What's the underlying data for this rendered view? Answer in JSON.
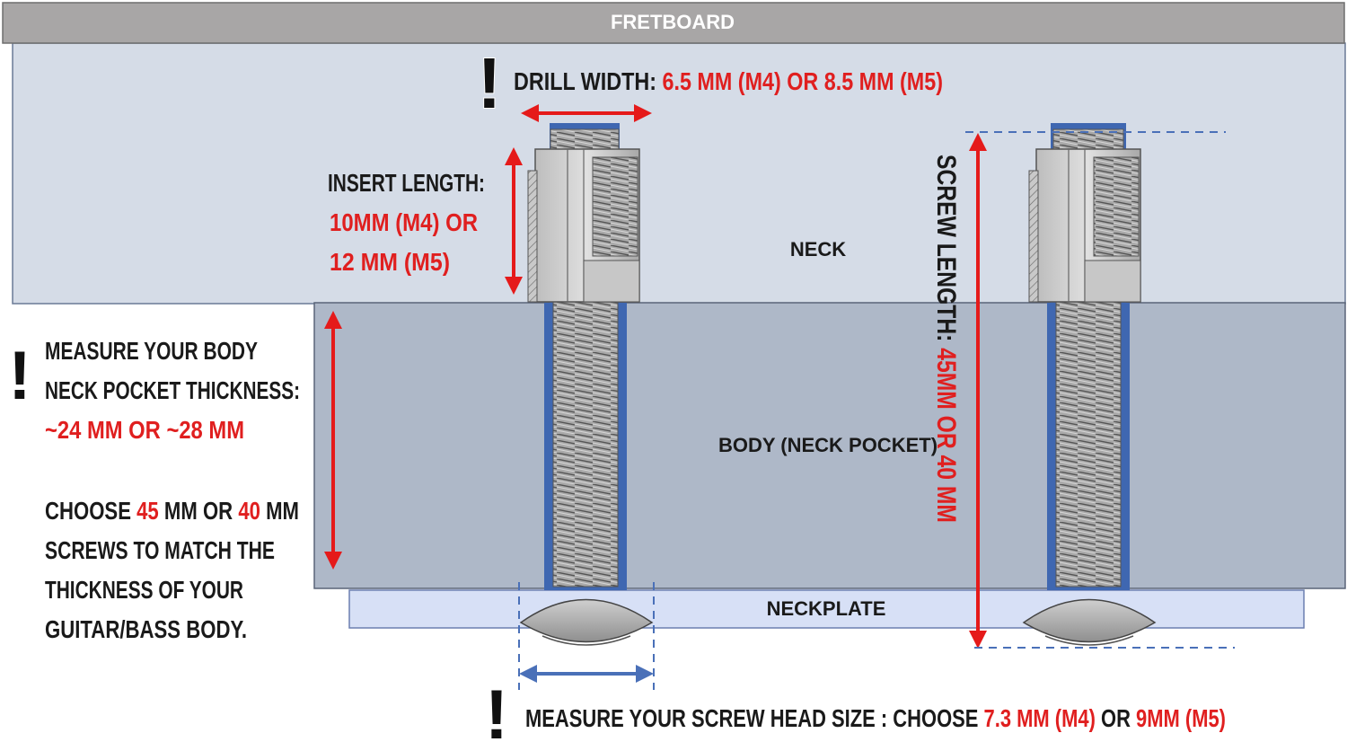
{
  "labels": {
    "fretboard": "FRETBOARD",
    "neck": "NECK",
    "body": "BODY (NECK POCKET)",
    "neckplate": "NECKPLATE"
  },
  "drill": {
    "prefix": "DRILL WIDTH: ",
    "value": "6.5 MM (M4) OR 8.5 MM (M5)"
  },
  "insert": {
    "title": "INSERT LENGTH:",
    "line1": "10MM (M4) OR",
    "line2": "12 MM (M5)"
  },
  "pocket": {
    "line1": "MEASURE YOUR BODY",
    "line2": "NECK POCKET THICKNESS:",
    "line3": "~24 MM OR ~28 MM"
  },
  "choose": {
    "w1": "CHOOSE ",
    "v1": "45",
    "w2": " MM OR ",
    "v2": "40",
    "w3": " MM",
    "line2": "SCREWS TO MATCH THE",
    "line3": "THICKNESS OF YOUR",
    "line4": "GUITAR/BASS BODY."
  },
  "screw_length": {
    "prefix": "SCREW LENGTH: ",
    "value": "45MM OR 40 MM"
  },
  "head": {
    "prefix": "MEASURE YOUR SCREW HEAD SIZE : CHOOSE ",
    "v1": "7.3 MM (M4)",
    "mid": " OR ",
    "v2": "9MM (M5)"
  },
  "warning_glyph": "!",
  "icons": [
    "exclamation-icon",
    "double-arrow-icon"
  ],
  "colors": {
    "fretboard": "#a8a6a6",
    "neck": "#d5dce7",
    "body": "#aeb8c8",
    "neckplate": "#d7e0f6",
    "drill_hole": "#3f67b1",
    "accent_red": "#e01f1f",
    "arrow_red": "#e51a1a",
    "arrow_blue": "#4a70b8",
    "text": "#1a1a1a"
  }
}
